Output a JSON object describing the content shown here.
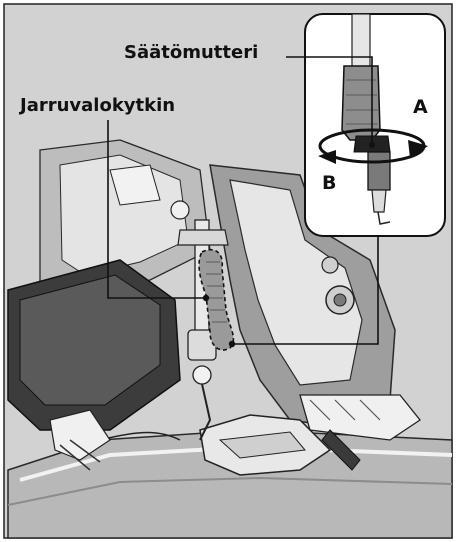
{
  "labels": {
    "adjusting_nut": "Säätömutteri",
    "brake_light_switch": "Jarruvalokytkin",
    "direction_a": "A",
    "direction_b": "B"
  },
  "colors": {
    "background_gray": "#cfcfcf",
    "part_light": "#e8e8e8",
    "part_dark": "#8a8a8a",
    "outline": "#1a1a1a",
    "inset_background": "#ffffff"
  }
}
